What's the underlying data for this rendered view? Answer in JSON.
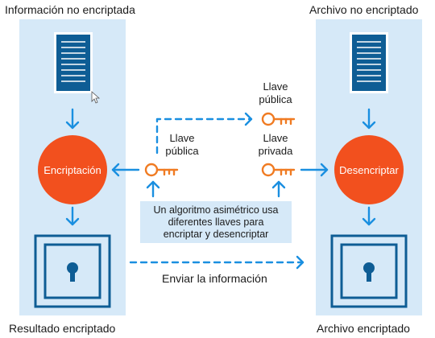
{
  "left_panel": {
    "top_label": "Información no encriptada",
    "bottom_label": "Resultado encriptado",
    "process_label": "Encriptación"
  },
  "right_panel": {
    "top_label": "Archivo no encriptado",
    "bottom_label": "Archivo encriptado",
    "process_label": "Desencriptar"
  },
  "keys": {
    "public_key_label_left": [
      "Llave",
      "pública"
    ],
    "public_key_label_top": [
      "Llave",
      "pública"
    ],
    "private_key_label": [
      "Llave",
      "privada"
    ]
  },
  "info_box": {
    "lines": [
      "Un algoritmo asimétrico usa",
      "diferentes llaves para",
      "encriptar y desencriptar"
    ]
  },
  "send_label": "Enviar la información",
  "colors": {
    "panel": "#d6e9f8",
    "accent_blue": "#1a8fe0",
    "dark_blue": "#0e5d95",
    "orange": "#f2501e",
    "key_orange": "#f07b22"
  }
}
